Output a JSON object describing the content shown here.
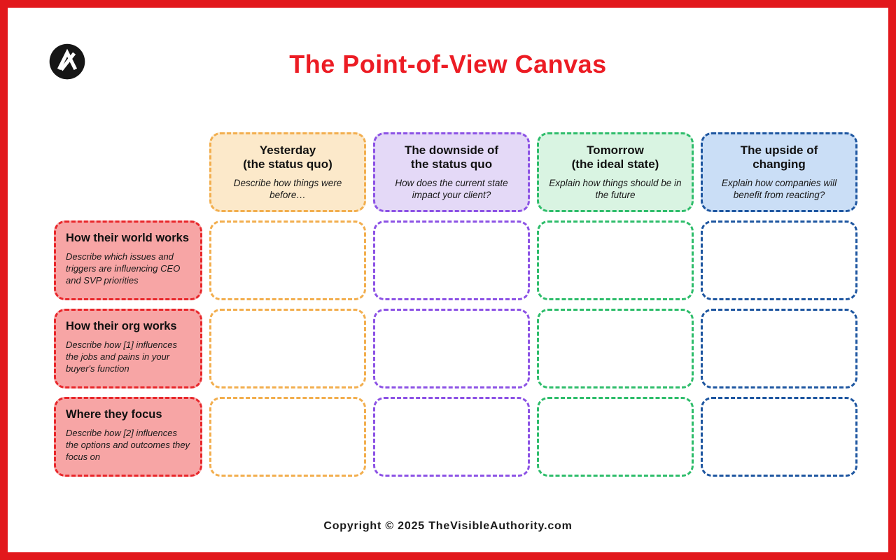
{
  "header": {
    "title": "The Point-of-View Canvas"
  },
  "logo": {
    "icon": "visible-authority-logo"
  },
  "columns": [
    {
      "title_line1": "Yesterday",
      "title_line2": "(the status quo)",
      "subtitle": "Describe how things were before…",
      "border_color": "#f2ae4e",
      "fill_color": "#fce9ca"
    },
    {
      "title_line1": "The downside of",
      "title_line2": "the status quo",
      "subtitle": "How does the current state impact your client?",
      "border_color": "#8c52e5",
      "fill_color": "#e4d9f7"
    },
    {
      "title_line1": "Tomorrow",
      "title_line2": "(the ideal state)",
      "subtitle": "Explain how things should be in the future",
      "border_color": "#2ebd6b",
      "fill_color": "#d9f4e2"
    },
    {
      "title_line1": "The upside of",
      "title_line2": "changing",
      "subtitle": "Explain how companies will benefit from reacting?",
      "border_color": "#1e56a0",
      "fill_color": "#cadef6"
    }
  ],
  "rows": [
    {
      "title": "How their world works",
      "subtitle": "Describe which issues and triggers are influencing CEO and SVP priorities"
    },
    {
      "title": "How their org works",
      "subtitle": "Describe how [1] influences the jobs and pains in your buyer's function"
    },
    {
      "title": "Where they focus",
      "subtitle": "Describe how [2] influences the options and outcomes they focus on"
    }
  ],
  "footer": {
    "text": "Copyright © 2025 TheVisibleAuthority.com"
  },
  "palette": {
    "frame_red": "#e2181c",
    "title_red": "#ec1c24",
    "row_header_fill": "#f7a5a5",
    "row_header_border": "#e8272b"
  }
}
